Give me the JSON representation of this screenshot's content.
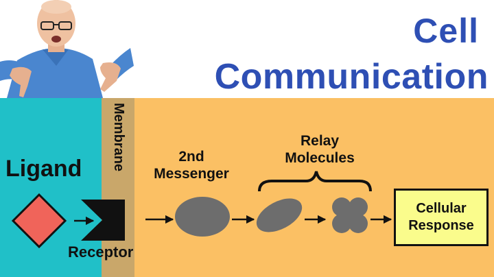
{
  "title": {
    "line1": "Cell",
    "line2": "Communication"
  },
  "labels": {
    "membrane": "Membrane",
    "ligand": "Ligand",
    "receptor": "Receptor",
    "second_messenger": "2nd\nMessenger",
    "relay_molecules": "Relay\nMolecules",
    "cellular_response": "Cellular\nResponse"
  },
  "colors": {
    "title": "#2e4fb4",
    "outside": "#20c0c8",
    "membrane": "#c9a76a",
    "inside": "#fbc064",
    "ligand": "#f0645a",
    "molecule": "#6d6d6d",
    "response_box": "#fafc8c"
  },
  "figure": {
    "presenter": "man-pointing-down"
  }
}
